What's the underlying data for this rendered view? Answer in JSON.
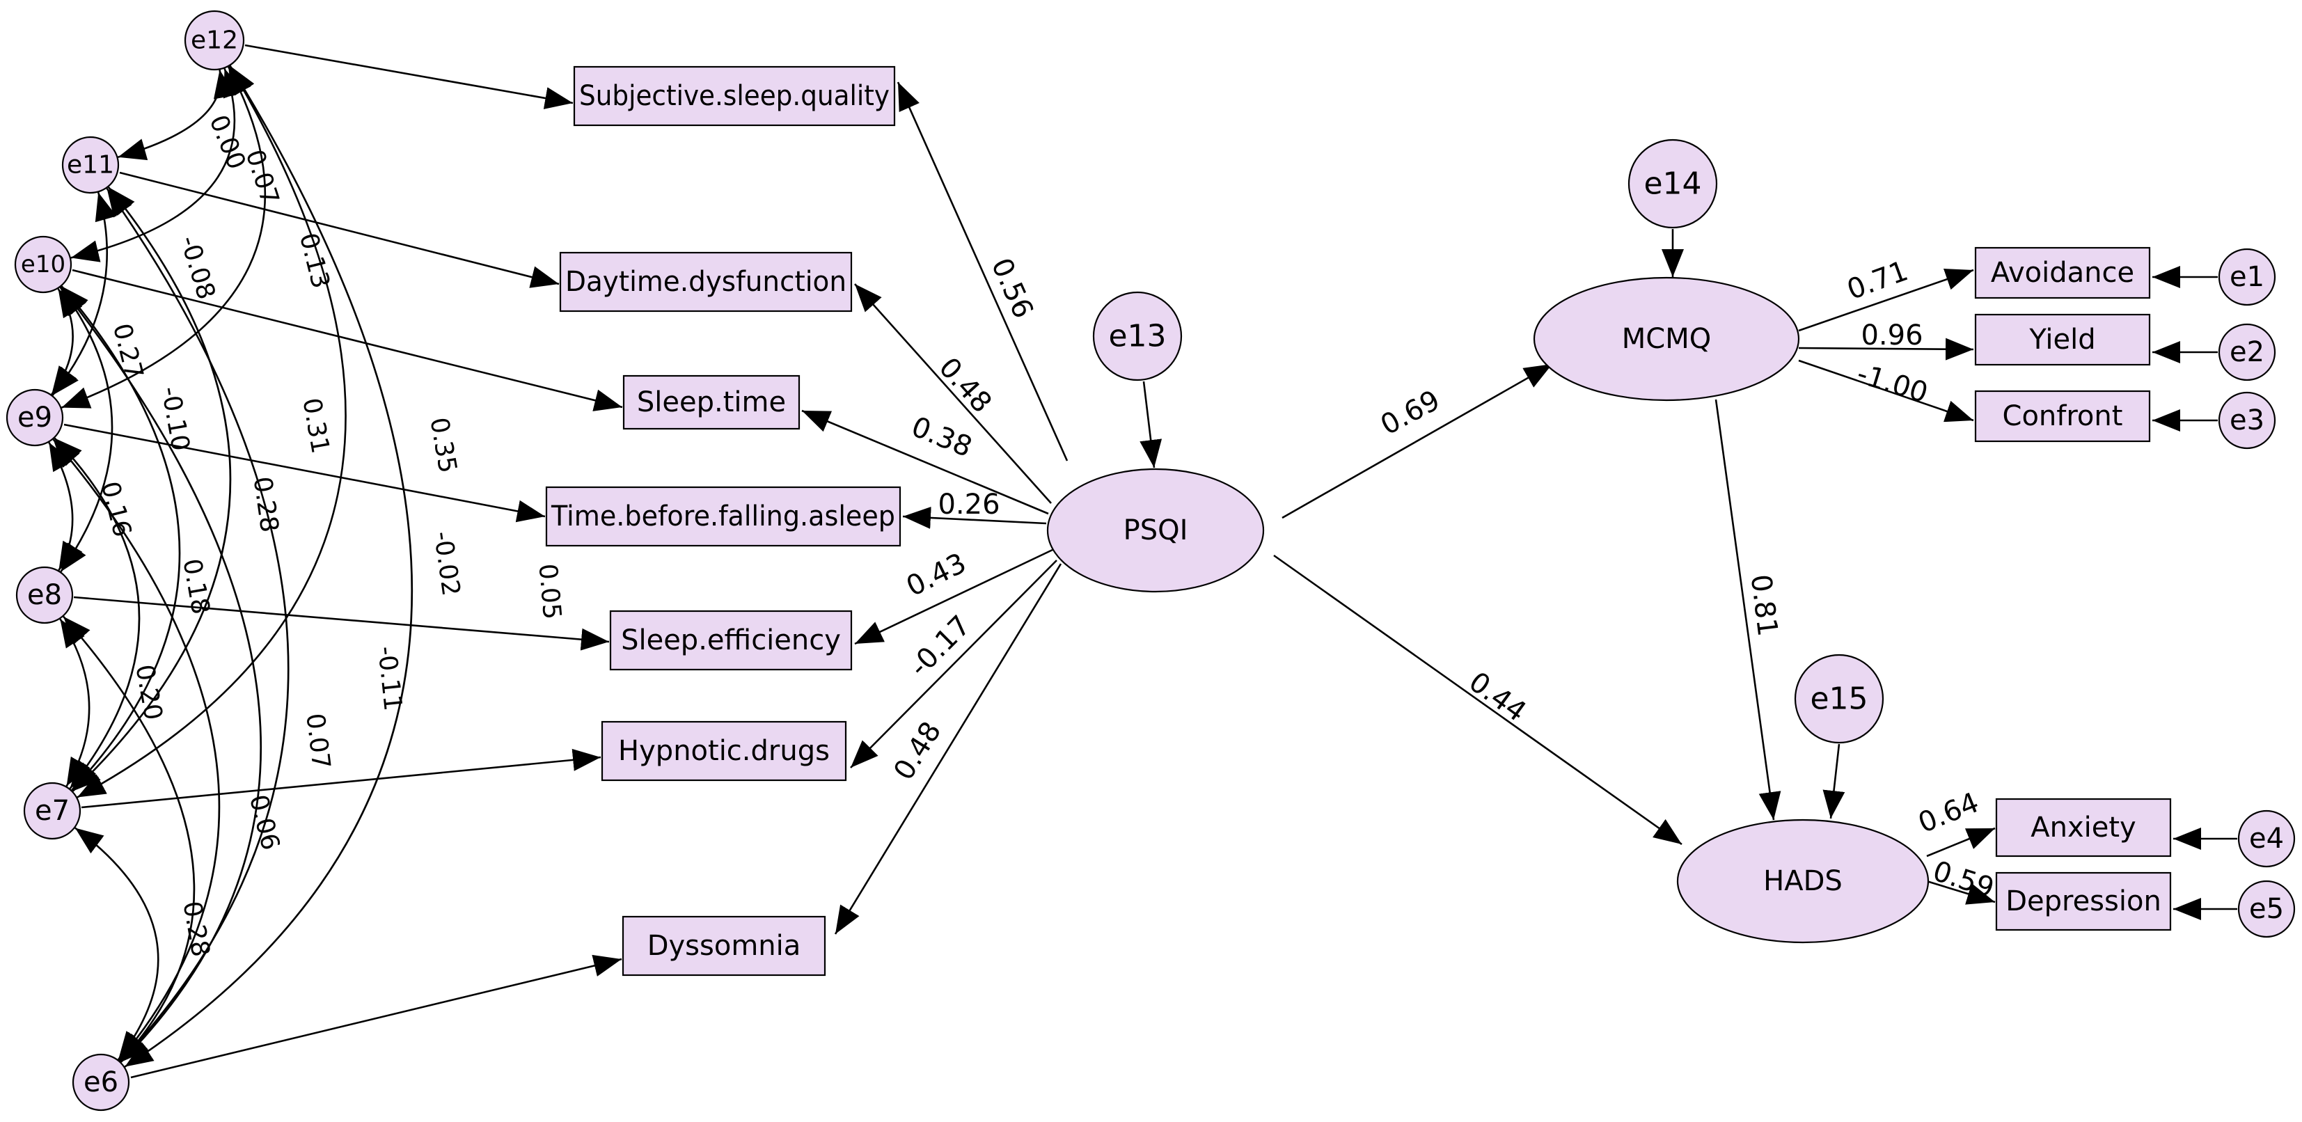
{
  "colors": {
    "node_fill": "#ead8f2",
    "stroke": "#000000",
    "background": "#ffffff"
  },
  "latent": [
    {
      "id": "PSQI",
      "label": "PSQI"
    },
    {
      "id": "MCMQ",
      "label": "MCMQ"
    },
    {
      "id": "HADS",
      "label": "HADS"
    }
  ],
  "errors": [
    {
      "id": "e1",
      "label": "e1"
    },
    {
      "id": "e2",
      "label": "e2"
    },
    {
      "id": "e3",
      "label": "e3"
    },
    {
      "id": "e4",
      "label": "e4"
    },
    {
      "id": "e5",
      "label": "e5"
    },
    {
      "id": "e6",
      "label": "e6"
    },
    {
      "id": "e7",
      "label": "e7"
    },
    {
      "id": "e8",
      "label": "e8"
    },
    {
      "id": "e9",
      "label": "e9"
    },
    {
      "id": "e10",
      "label": "e10"
    },
    {
      "id": "e11",
      "label": "e11"
    },
    {
      "id": "e12",
      "label": "e12"
    },
    {
      "id": "e13",
      "label": "e13"
    },
    {
      "id": "e14",
      "label": "e14"
    },
    {
      "id": "e15",
      "label": "e15"
    }
  ],
  "observed": [
    {
      "id": "subjective",
      "label": "Subjective.sleep.quality"
    },
    {
      "id": "daytime",
      "label": "Daytime.dysfunction"
    },
    {
      "id": "sleeptime",
      "label": "Sleep.time"
    },
    {
      "id": "timebefore",
      "label": "Time.before.falling.asleep"
    },
    {
      "id": "efficiency",
      "label": "Sleep.efficiency"
    },
    {
      "id": "hypnotic",
      "label": "Hypnotic.drugs"
    },
    {
      "id": "dyssomnia",
      "label": "Dyssomnia"
    },
    {
      "id": "avoidance",
      "label": "Avoidance"
    },
    {
      "id": "yield",
      "label": "Yield"
    },
    {
      "id": "confront",
      "label": "Confront"
    },
    {
      "id": "anxiety",
      "label": "Anxiety"
    },
    {
      "id": "depression",
      "label": "Depression"
    }
  ],
  "paths": [
    {
      "from": "PSQI",
      "to": "subjective",
      "weight": "0.56"
    },
    {
      "from": "PSQI",
      "to": "daytime",
      "weight": "0.48"
    },
    {
      "from": "PSQI",
      "to": "sleeptime",
      "weight": "0.38"
    },
    {
      "from": "PSQI",
      "to": "timebefore",
      "weight": "0.26"
    },
    {
      "from": "PSQI",
      "to": "efficiency",
      "weight": "0.43"
    },
    {
      "from": "PSQI",
      "to": "hypnotic",
      "weight": "-0.17"
    },
    {
      "from": "PSQI",
      "to": "dyssomnia",
      "weight": "0.48"
    },
    {
      "from": "PSQI",
      "to": "MCMQ",
      "weight": "0.69"
    },
    {
      "from": "PSQI",
      "to": "HADS",
      "weight": "0.44"
    },
    {
      "from": "MCMQ",
      "to": "HADS",
      "weight": "0.81"
    },
    {
      "from": "MCMQ",
      "to": "avoidance",
      "weight": "0.71"
    },
    {
      "from": "MCMQ",
      "to": "yield",
      "weight": "0.96"
    },
    {
      "from": "MCMQ",
      "to": "confront",
      "weight": "-1.00"
    },
    {
      "from": "HADS",
      "to": "anxiety",
      "weight": "0.64"
    },
    {
      "from": "HADS",
      "to": "depression",
      "weight": "0.59"
    }
  ],
  "covariances": [
    {
      "a": "e12",
      "b": "e11",
      "weight": "0.00"
    },
    {
      "a": "e12",
      "b": "e10",
      "weight": "0.07"
    },
    {
      "a": "e12",
      "b": "e9",
      "weight": "0.13"
    },
    {
      "a": "e12",
      "b": "e7",
      "weight": "0.35"
    },
    {
      "a": "e12",
      "b": "e6",
      "weight": "0.05"
    },
    {
      "a": "e11",
      "b": "e9",
      "weight": "-0.08"
    },
    {
      "a": "e11",
      "b": "e7",
      "weight": "0.31"
    },
    {
      "a": "e11",
      "b": "e6",
      "weight": "-0.02"
    },
    {
      "a": "e10",
      "b": "e9",
      "weight": "0.27"
    },
    {
      "a": "e10",
      "b": "e8",
      "weight": "-0.10"
    },
    {
      "a": "e10",
      "b": "e7",
      "weight": "0.28"
    },
    {
      "a": "e10",
      "b": "e6",
      "weight": "-0.11"
    },
    {
      "a": "e9",
      "b": "e8",
      "weight": "0.16"
    },
    {
      "a": "e9",
      "b": "e7",
      "weight": "0.18"
    },
    {
      "a": "e9",
      "b": "e6",
      "weight": "0.07"
    },
    {
      "a": "e8",
      "b": "e7",
      "weight": "0.20"
    },
    {
      "a": "e8",
      "b": "e6",
      "weight": "0.06"
    },
    {
      "a": "e7",
      "b": "e6",
      "weight": "0.28"
    }
  ]
}
